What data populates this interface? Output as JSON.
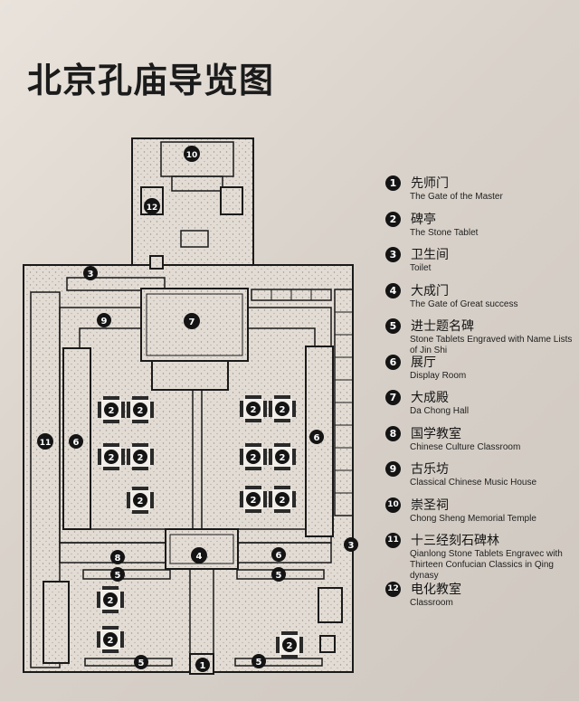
{
  "title": "北京孔庙导览图",
  "legend": [
    {
      "num": "1",
      "cn": "先师门",
      "en": "The Gate of the Master"
    },
    {
      "num": "2",
      "cn": "碑亭",
      "en": "The Stone Tablet"
    },
    {
      "num": "3",
      "cn": "卫生间",
      "en": "Toilet"
    },
    {
      "num": "4",
      "cn": "大成门",
      "en": "The Gate of Great success"
    },
    {
      "num": "5",
      "cn": "进士题名碑",
      "en": "Stone Tablets Engraved with Name Lists of Jin Shi"
    },
    {
      "num": "6",
      "cn": "展厅",
      "en": "Display Room"
    },
    {
      "num": "7",
      "cn": "大成殿",
      "en": "Da Chong Hall"
    },
    {
      "num": "8",
      "cn": "国学教室",
      "en": "Chinese Culture Classroom"
    },
    {
      "num": "9",
      "cn": "古乐坊",
      "en": "Classical Chinese Music House"
    },
    {
      "num": "10",
      "cn": "崇圣祠",
      "en": "Chong Sheng Memorial Temple"
    },
    {
      "num": "11",
      "cn": "十三经刻石碑林",
      "en": "Qianlong Stone Tablets Engravec with Thirteen Confucian Classics in Qing dynasy"
    },
    {
      "num": "12",
      "cn": "电化教室",
      "en": "Classroom"
    }
  ],
  "markers": {
    "m1": "1",
    "m2": "2",
    "m3": "3",
    "m4": "4",
    "m5": "5",
    "m6": "6",
    "m7": "7",
    "m8": "8",
    "m9": "9",
    "m10": "10",
    "m11": "11",
    "m12": "12"
  },
  "colors": {
    "ink": "#1a1a1a",
    "plate": "#ddd6ce",
    "speckle": "#c9c2ba"
  }
}
